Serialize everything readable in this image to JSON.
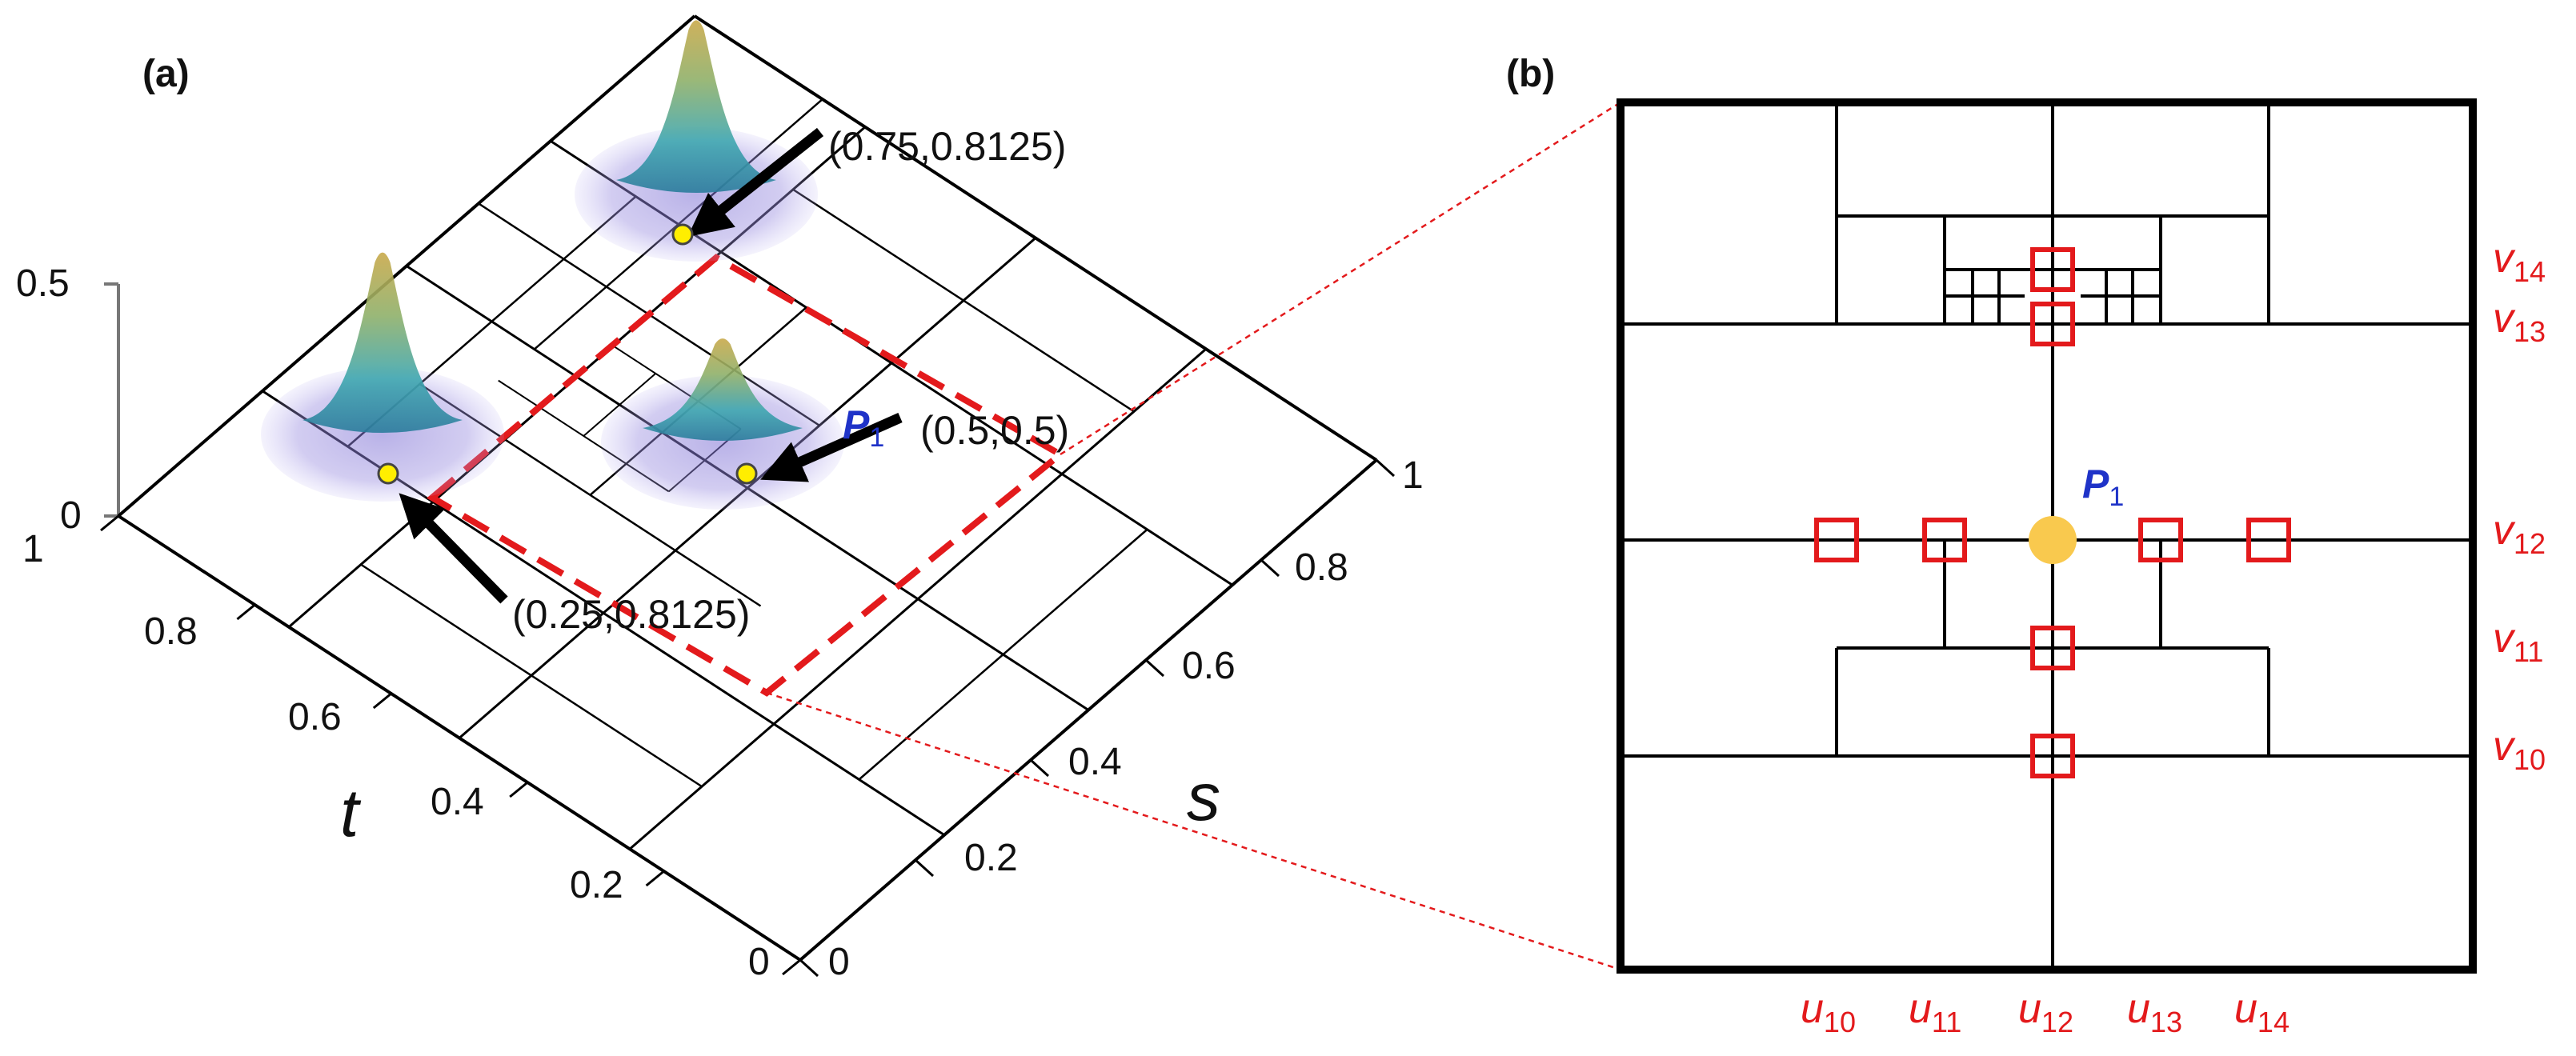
{
  "panel_a": {
    "label": "(a)",
    "z_ticks": [
      "0",
      "0.5"
    ],
    "t_ticks": [
      "1",
      "0.8",
      "0.6",
      "0.4",
      "0.2",
      "0"
    ],
    "s_ticks": [
      "0",
      "0.2",
      "0.4",
      "0.6",
      "0.8",
      "1"
    ],
    "t_axis_label": "t",
    "s_axis_label": "s",
    "annotations": [
      {
        "text": "(0.75,0.8125)"
      },
      {
        "text": "(0.5,0.5)"
      },
      {
        "text": "(0.25,0.8125)"
      }
    ],
    "point_label": {
      "main": "P",
      "sub": "1"
    }
  },
  "panel_b": {
    "label": "(b)",
    "point_label": {
      "main": "P",
      "sub": "1"
    },
    "u_knots": [
      {
        "main": "u",
        "sub": "10"
      },
      {
        "main": "u",
        "sub": "11"
      },
      {
        "main": "u",
        "sub": "12"
      },
      {
        "main": "u",
        "sub": "13"
      },
      {
        "main": "u",
        "sub": "14"
      }
    ],
    "v_knots": [
      {
        "main": "v",
        "sub": "14"
      },
      {
        "main": "v",
        "sub": "13"
      },
      {
        "main": "v",
        "sub": "12"
      },
      {
        "main": "v",
        "sub": "11"
      },
      {
        "main": "v",
        "sub": "10"
      }
    ]
  },
  "colors": {
    "line": "#000000",
    "highlight": "#e31a1c",
    "point_label": "#1f33c8",
    "center_point": "#f9c94e",
    "marker": "#ffee00",
    "basis_peak": "#caa84a",
    "basis_body": "#3fa7b0",
    "basis_shadow": "#8a7bd8"
  }
}
